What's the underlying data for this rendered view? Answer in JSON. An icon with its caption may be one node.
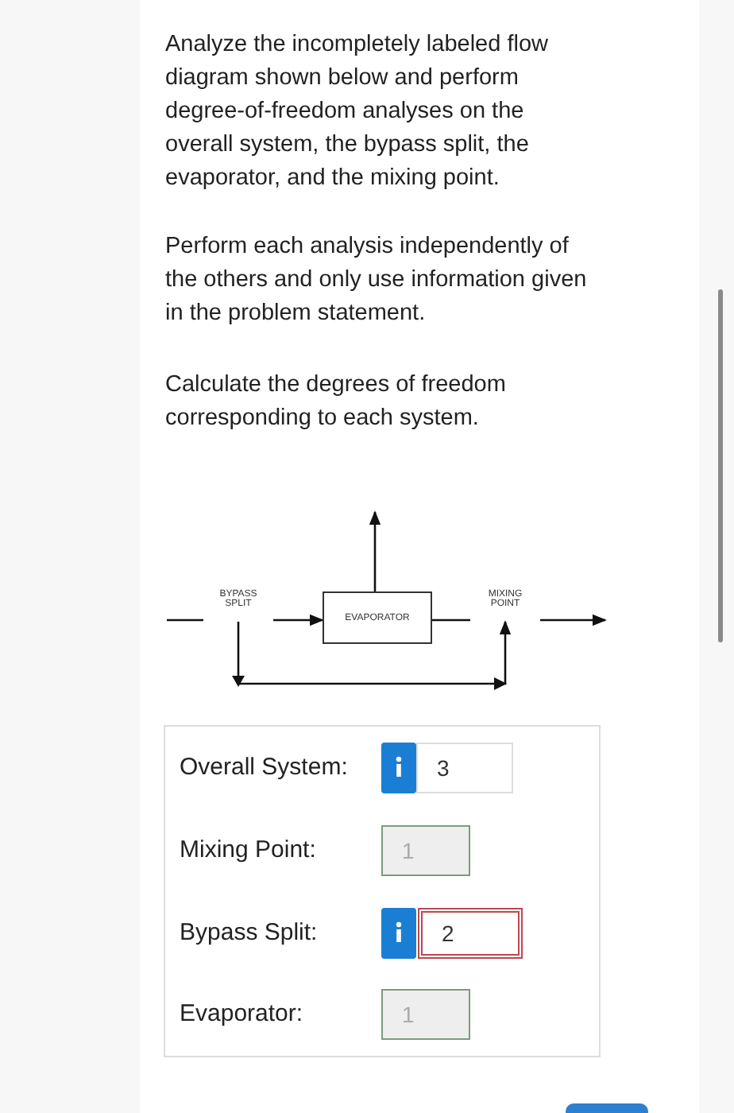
{
  "diagram": {
    "nodes": [
      {
        "text": [
          "BYPASS SPLIT"
        ]
      },
      {
        "text": [
          "EVAPORATOR"
        ]
      },
      {
        "text": [
          "MIXING POINT"
        ]
      }
    ],
    "edges": [
      {
        "from": null,
        "to": 0,
        "arrow": "none"
      },
      {
        "from": 0,
        "to": 1,
        "arrow": "to"
      },
      {
        "from": 0,
        "to": 2,
        "arrow": "to"
      },
      {
        "from": 1,
        "to": null,
        "arrow": "to"
      },
      {
        "from": 1,
        "to": 2,
        "arrow": "none"
      },
      {
        "from": 2,
        "to": null,
        "arrow": "to"
      }
    ],
    "labels": [
      "Analyze the incompletely labeled flow diagram shown below and perform degree-of-freedom analyses on the overall system, the bypass split, the evaporator, and the mixing point.",
      "Perform each analysis independently of the others and only use information given in the problem statement.",
      "Calculate the degrees of freedom corresponding to each system.",
      "Overall System:",
      "3",
      "Mixing Point:",
      "1",
      "Bypass Split:",
      "2",
      "Evaporator:",
      "1"
    ]
  }
}
